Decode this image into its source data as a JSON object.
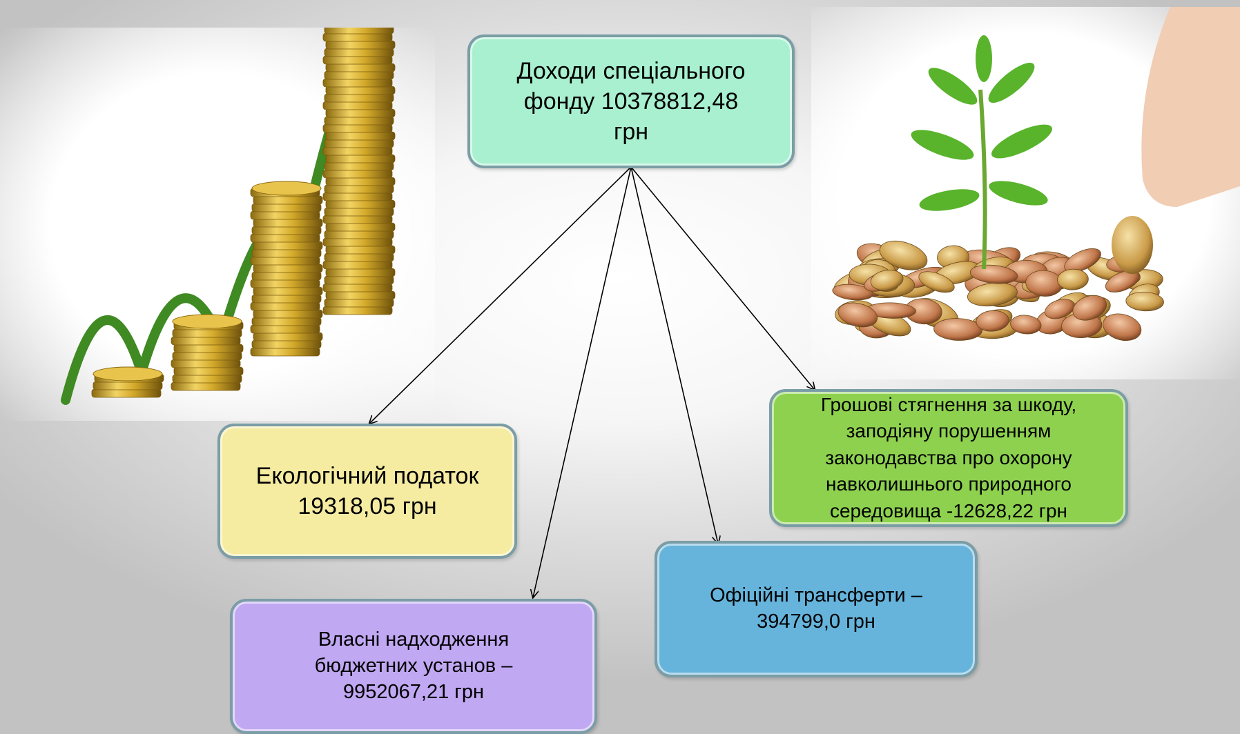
{
  "diagram": {
    "root": {
      "text": "Доходи спеціального\nфонду  10378812,48\nгрн",
      "color": "#a8f0d0"
    },
    "nodes": [
      {
        "id": "eco-tax",
        "text": "Екологічний податок\n19318,05 грн",
        "color": "#f5eca2"
      },
      {
        "id": "own-revenues",
        "text": "Власні надходження\nбюджетних установ –\n9952067,21 грн",
        "color": "#c0a8f2"
      },
      {
        "id": "transfers",
        "text": "Офіційні трансферти –\n394799,0 грн",
        "color": "#66b4dc"
      },
      {
        "id": "penalties",
        "text": "Грошові стягнення за шкоду,\nзаподіяну  порушенням\nзаконодавства про охорону\nнавколишнього природного\nсередовища  -12628,22 грн",
        "color": "#8ed14f"
      }
    ],
    "images": [
      {
        "id": "coins-growth",
        "icon": "coin-stacks-growth-arrow-icon"
      },
      {
        "id": "plant-coins",
        "icon": "sprout-coins-hand-icon"
      }
    ]
  }
}
